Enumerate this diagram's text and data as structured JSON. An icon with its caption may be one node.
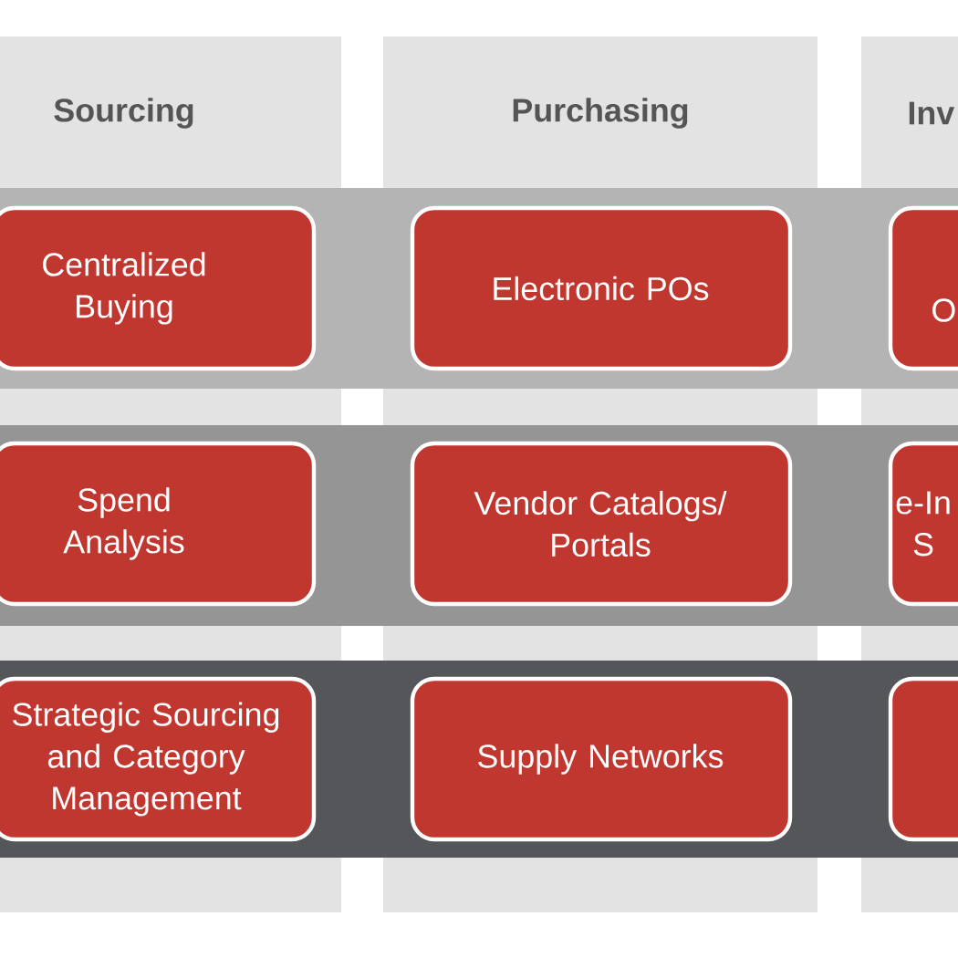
{
  "diagram": {
    "nodes": [
      {
        "text": [
          "Sourcing"
        ]
      },
      {
        "text": [
          "Purchasing"
        ]
      },
      {
        "text": [
          "Inv"
        ]
      },
      {
        "text": [
          "Centralized Buying"
        ],
        "in": 0
      },
      {
        "text": [
          "Electronic POs"
        ],
        "in": 1
      },
      {
        "text": [
          "O"
        ],
        "in": 2
      },
      {
        "text": [
          "Spend Analysis"
        ],
        "in": 0
      },
      {
        "text": [
          "Vendor Catalogs/ Portals"
        ],
        "in": 1
      },
      {
        "text": [
          "e-In S"
        ],
        "in": 2
      },
      {
        "text": [
          "Strategic Sourcing and Category Management"
        ],
        "in": 0
      },
      {
        "text": [
          "Supply Networks"
        ],
        "in": 1
      },
      {
        "text": [],
        "shape": "box",
        "in": 2
      }
    ]
  }
}
